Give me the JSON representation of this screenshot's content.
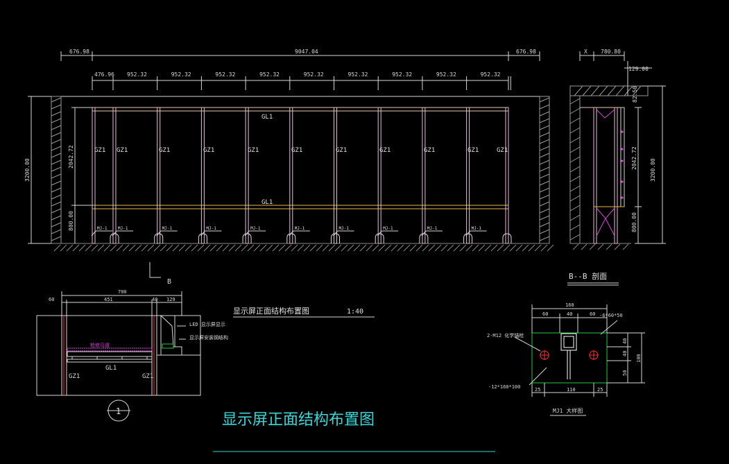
{
  "colors": {
    "background": "#000000",
    "dimension": "#d8d8d8",
    "frame": "#e7c9b3",
    "beam": "#e8b84a",
    "post": "#e8c0d8",
    "plate": "#ffffff",
    "green": "#22cc44",
    "magenta": "#e040e0",
    "red": "#ff3030",
    "title": "#38d8d8"
  },
  "elevation": {
    "dim_top": [
      "676.98",
      "9047.04",
      "676.98"
    ],
    "dim_bays": [
      "476.96",
      "952.32",
      "952.32",
      "952.32",
      "952.32",
      "952.32",
      "952.32",
      "952.32",
      "952.32",
      "952.32"
    ],
    "dim_left": "3200.00",
    "dim_right_upper": "2042.72",
    "dim_right_lower": "800.00",
    "beam_labels": [
      "GL1",
      "GL1"
    ],
    "column_labels": [
      "GZ1",
      "GZ1",
      "GZ1",
      "GZ1",
      "GZ1",
      "GZ1",
      "GZ1",
      "GZ1",
      "GZ1",
      "GZ1",
      "GZ1"
    ],
    "base_labels": [
      "MJ-1",
      "MJ-1",
      "MJ-1",
      "MJ-1",
      "MJ-1",
      "MJ-1",
      "MJ-1",
      "MJ-1",
      "MJ-1",
      "MJ-1"
    ],
    "cut_mark": "B"
  },
  "section": {
    "dim_top": [
      "X",
      "780.80"
    ],
    "dim_right_small": "129.00",
    "dim_right_small2": "82.50",
    "dim_mid": "2042.72",
    "dim_low": "800.00",
    "dim_total": "3200.00",
    "title": "B--B 剖面"
  },
  "detail": {
    "dim_total": "700",
    "dim_parts": [
      "60",
      "451",
      "40",
      "129"
    ],
    "labels": [
      "LED 显示屏显示",
      "显示屏安装钢结构",
      "检修马道"
    ],
    "gl": "GL1",
    "gz_left": "GZ1",
    "gz_right": "GZ1",
    "mark": "1"
  },
  "caption": {
    "small_title": "显示屏正面结构布置图",
    "scale": "1:40",
    "main_title": "显示屏正面结构布置图"
  },
  "baseplate": {
    "dim_top": "160",
    "dim_top_parts": [
      "60",
      "40",
      "60"
    ],
    "dim_bottom": [
      "25",
      "110",
      "25"
    ],
    "dim_right_parts": [
      "40",
      "40",
      "50"
    ],
    "dim_right_total": "100",
    "label_bolt": "2-M12 化学锚栓",
    "label_plate": "-12*160*100",
    "label_stiff": "-6*60*50",
    "title": "MJ1 大样图"
  }
}
